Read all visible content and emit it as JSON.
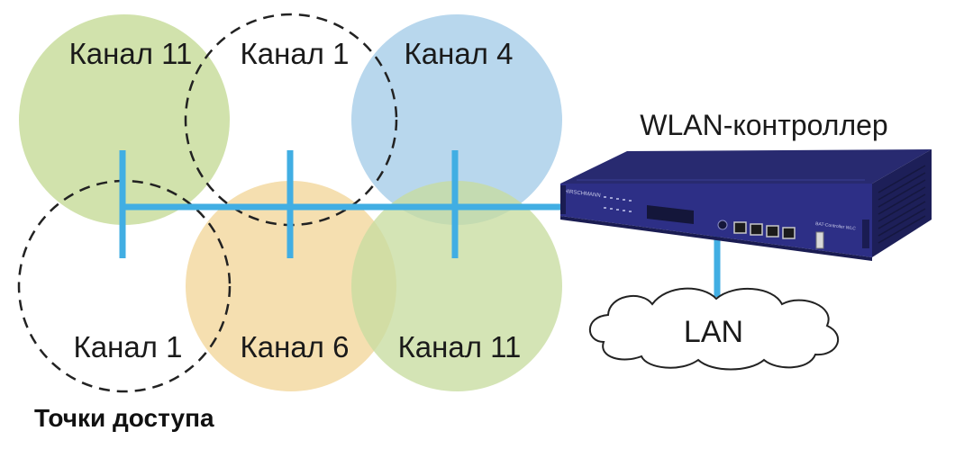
{
  "diagram": {
    "title": "Точки доступа",
    "controller_label": "WLAN-контроллер",
    "lan_label": "LAN",
    "device_brand": "HIRSCHMANN",
    "device_model": "BAT-Controller WLC",
    "cells": [
      {
        "label": "Канал 11",
        "style": "green"
      },
      {
        "label": "Канал 1",
        "style": "dashed"
      },
      {
        "label": "Канал 4",
        "style": "blue"
      },
      {
        "label": "Канал 1",
        "style": "dashed"
      },
      {
        "label": "Канал 6",
        "style": "orange"
      },
      {
        "label": "Канал 11",
        "style": "green"
      }
    ],
    "colors": {
      "green": "#cfe0a8",
      "blue": "#b4d5ec",
      "orange": "#f3d9a2",
      "line": "#41aee3",
      "device": "#2d2f86"
    }
  }
}
